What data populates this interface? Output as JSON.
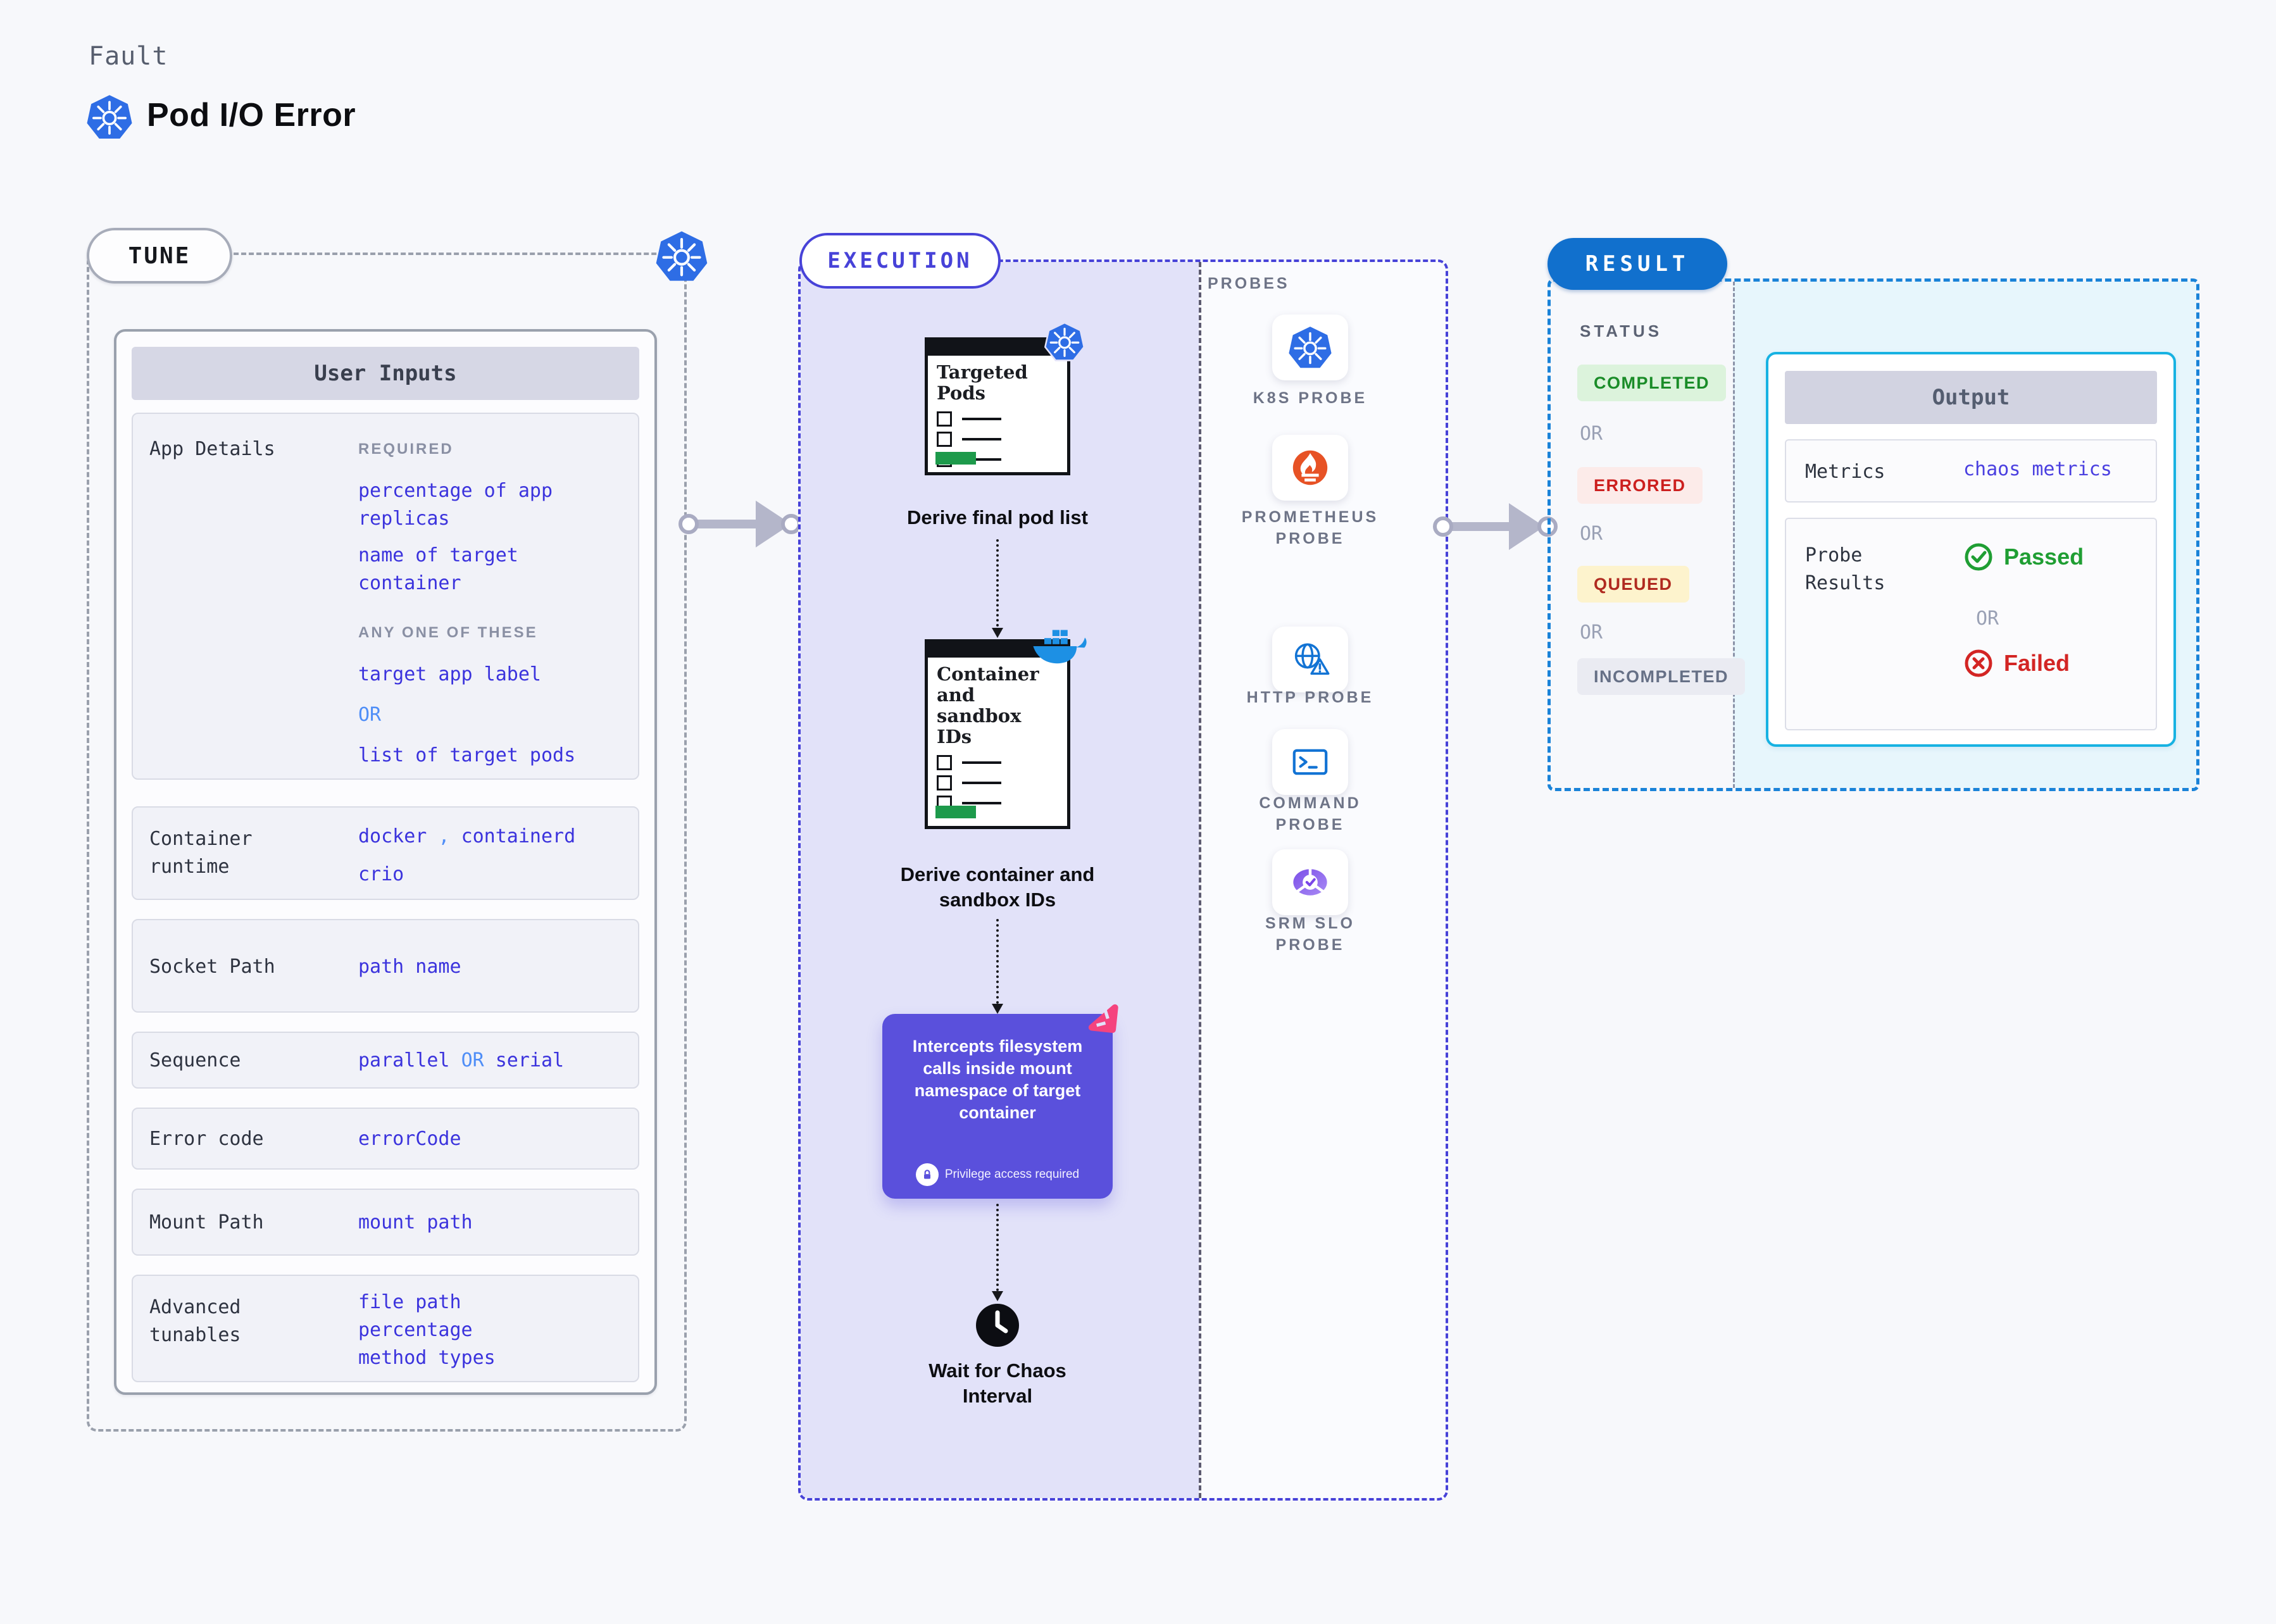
{
  "header": {
    "kicker": "Fault",
    "title": "Pod I/O Error"
  },
  "tune": {
    "pill": "TUNE",
    "card_title": "User Inputs",
    "app_details": {
      "label": "App Details",
      "required_caption": "REQUIRED",
      "required_items": [
        "percentage of app replicas",
        "name of target container"
      ],
      "any_one_caption": "ANY ONE OF THESE",
      "option_a": "target app label",
      "or": "OR",
      "option_b": "list of target pods"
    },
    "container_runtime": {
      "label": "Container runtime",
      "value_a": "docker",
      "separator": ",",
      "value_b": "containerd",
      "value_c": "crio"
    },
    "socket_path": {
      "label": "Socket Path",
      "value": "path name"
    },
    "sequence": {
      "label": "Sequence",
      "value_a": "parallel",
      "or": "OR",
      "value_b": "serial"
    },
    "error_code": {
      "label": "Error code",
      "value": "errorCode"
    },
    "mount_path": {
      "label": "Mount Path",
      "value": "mount path"
    },
    "advanced_tunables": {
      "label": "Advanced tunables",
      "values": [
        "file path",
        "percentage",
        "method types"
      ]
    }
  },
  "execution": {
    "pill": "EXECUTION",
    "step1": {
      "doc_title": "Targeted Pods",
      "caption": "Derive final pod list"
    },
    "step2": {
      "doc_title": "Container and sandbox IDs",
      "caption": "Derive container and sandbox IDs"
    },
    "step3": {
      "text": "Intercepts filesystem calls inside mount namespace of target container",
      "badge": "Privilege access required"
    },
    "step4": {
      "caption": "Wait for Chaos Interval"
    }
  },
  "probes": {
    "label": "PROBES",
    "items": [
      "K8S PROBE",
      "PROMETHEUS PROBE",
      "HTTP PROBE",
      "COMMAND PROBE",
      "SRM SLO PROBE"
    ]
  },
  "result": {
    "pill": "RESULT",
    "status_label": "STATUS",
    "or": "OR",
    "statuses": [
      {
        "label": "COMPLETED"
      },
      {
        "label": "ERRORED"
      },
      {
        "label": "QUEUED"
      },
      {
        "label": "INCOMPLETED"
      }
    ],
    "output": {
      "title": "Output",
      "metrics_label": "Metrics",
      "metrics_value": "chaos metrics",
      "probe_results_label": "Probe Results",
      "passed": "Passed",
      "or": "OR",
      "failed": "Failed"
    }
  },
  "colors": {
    "accent_indigo": "#4742d8",
    "value_blue": "#3b33dd",
    "light_blue": "#4f8ef7",
    "k8s_blue": "#2e6de5",
    "result_pill_blue": "#1170cd",
    "result_border_blue": "#1a83d8",
    "output_border_cyan": "#17b2e2",
    "passed_green": "#1f9e33",
    "failed_red": "#d32524",
    "lavender_bg": "#e2e2f9",
    "purple_node": "#5a50dc",
    "pink_icon": "#f5437e",
    "prometheus_orange": "#e75225",
    "docker_blue": "#1d90e4",
    "green_bar": "#1d9a4b"
  }
}
